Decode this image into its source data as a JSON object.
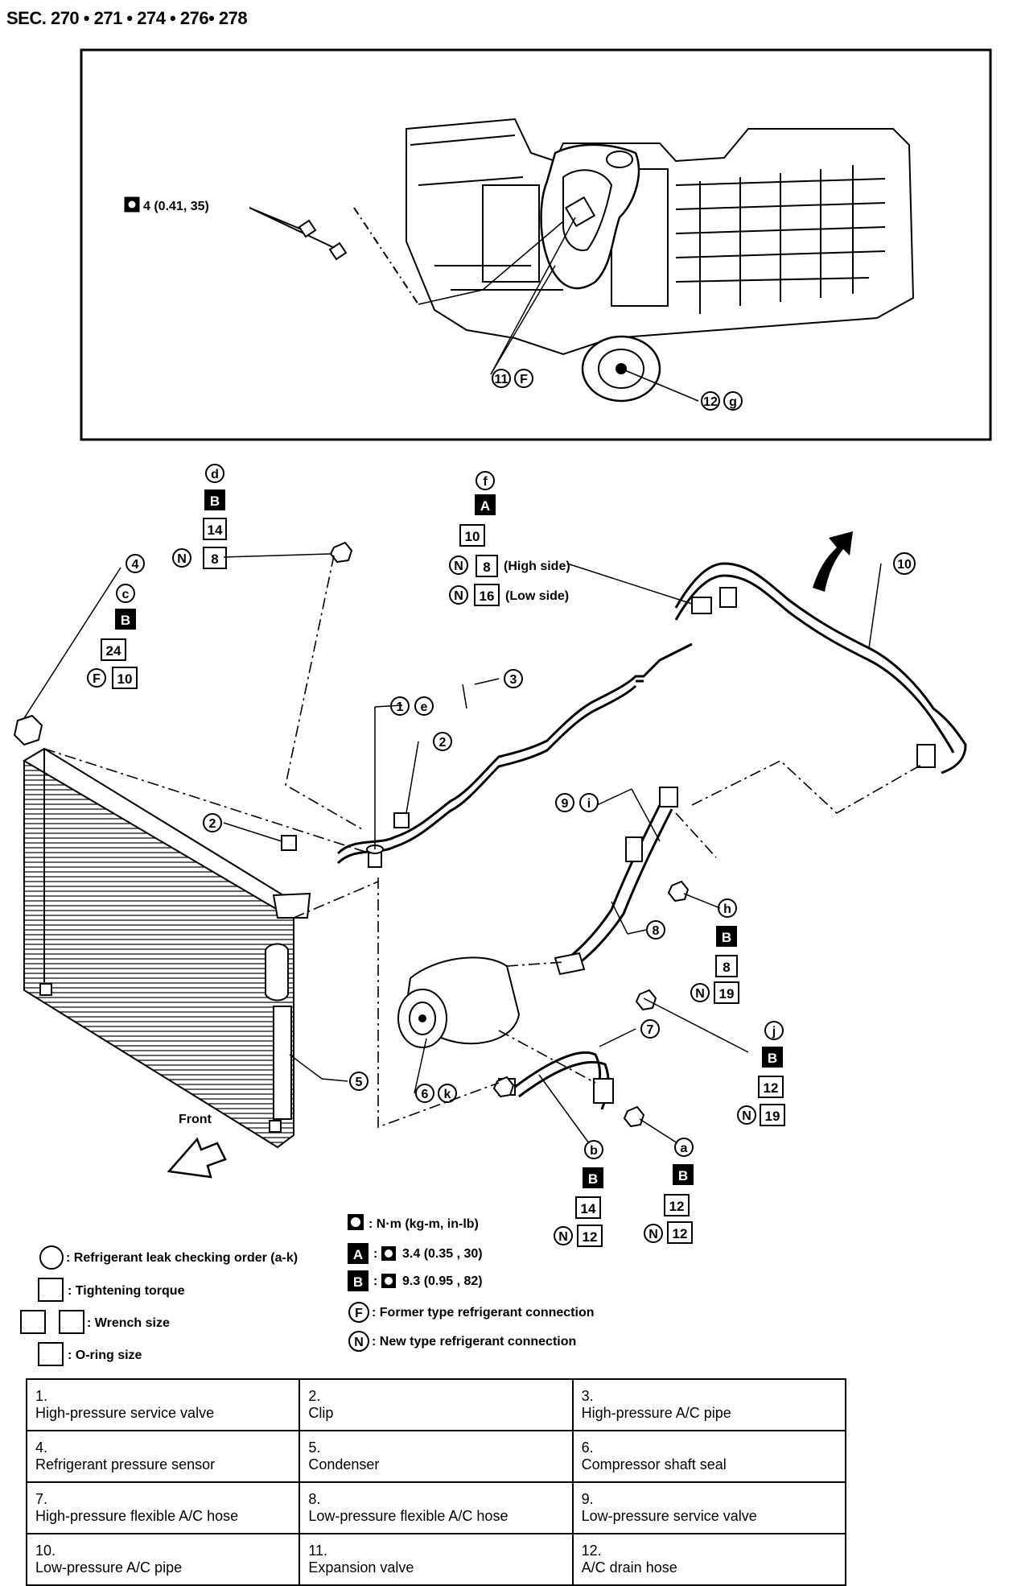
{
  "section_title": "SEC. 270 • 271 • 274 • 276• 278",
  "inset": {
    "torque_note": "4 (0.41, 35)",
    "callout_11": "11",
    "callout_11_letter": "F",
    "callout_12": "12",
    "callout_12_letter": "g"
  },
  "callouts": {
    "d": {
      "letter": "d",
      "wrench": "B",
      "torque": "14",
      "oring": "8"
    },
    "f": {
      "letter": "f",
      "wrench": "A",
      "torque": "10",
      "oring_high": "8",
      "oring_high_note": "(High side)",
      "oring_low": "16",
      "oring_low_note": "(Low side)"
    },
    "c": {
      "letter": "c",
      "wrench": "B",
      "torque": "24",
      "oring": "10"
    },
    "h": {
      "letter": "h",
      "wrench": "B",
      "torque": "8",
      "oring": "19"
    },
    "j": {
      "letter": "j",
      "wrench": "B",
      "torque": "12",
      "oring": "19"
    },
    "b": {
      "letter": "b",
      "wrench": "B",
      "torque": "14",
      "oring": "12"
    },
    "a": {
      "letter": "a",
      "wrench": "B",
      "torque": "12",
      "oring": "12"
    }
  },
  "part_callouts": {
    "p1": "1",
    "p1_letter": "e",
    "p2": "2",
    "p3": "3",
    "p4": "4",
    "p5": "5",
    "p6": "6",
    "p6_letter": "k",
    "p7": "7",
    "p8": "8",
    "p9": "9",
    "p9_letter": "i",
    "p10": "10",
    "n_letter": "N",
    "f_letter": "F"
  },
  "front_label": "Front",
  "legend": {
    "leak_order": ": Refrigerant leak checking order (a-k)",
    "tightening": ": Tightening torque",
    "wrench": ": Wrench size",
    "oring": ": O-ring size",
    "unit": ": N·m (kg-m, in-lb)",
    "a_key": "A",
    "a_value": "3.4 (0.35 , 30)",
    "b_key": "B",
    "b_value": "9.3 (0.95 , 82)",
    "former": ": Former type refrigerant connection",
    "new": ": New type refrigerant connection",
    "f_key": "F",
    "n_key": "N"
  },
  "parts_table": [
    [
      {
        "num": "1.",
        "name": "High-pressure service valve"
      },
      {
        "num": "2.",
        "name": "Clip"
      },
      {
        "num": "3.",
        "name": "High-pressure A/C pipe"
      }
    ],
    [
      {
        "num": "4.",
        "name": "Refrigerant pressure sensor"
      },
      {
        "num": "5.",
        "name": "Condenser"
      },
      {
        "num": "6.",
        "name": "Compressor shaft seal"
      }
    ],
    [
      {
        "num": "7.",
        "name": "High-pressure flexible A/C hose"
      },
      {
        "num": "8.",
        "name": "Low-pressure flexible A/C hose"
      },
      {
        "num": "9.",
        "name": "Low-pressure service valve"
      }
    ],
    [
      {
        "num": "10.",
        "name": "Low-pressure A/C pipe"
      },
      {
        "num": "11.",
        "name": "Expansion valve"
      },
      {
        "num": "12.",
        "name": "A/C drain hose"
      }
    ]
  ]
}
